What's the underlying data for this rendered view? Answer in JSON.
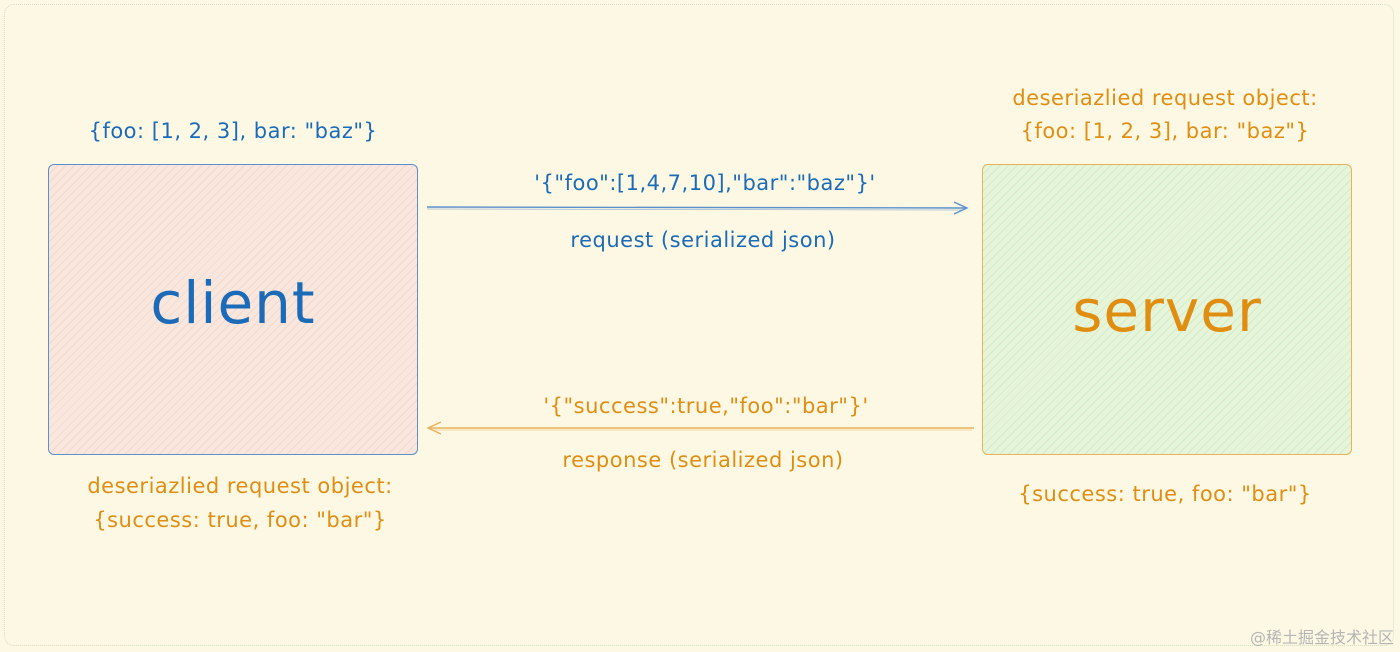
{
  "client": {
    "label": "client",
    "top_note": "{foo: [1, 2, 3], bar: \"baz\"}",
    "bottom_note_line1": "deseriazlied request object:",
    "bottom_note_line2": "{success: true, foo: \"bar\"}"
  },
  "server": {
    "label": "server",
    "top_note_line1": "deseriazlied request object:",
    "top_note_line2": "{foo: [1, 2, 3], bar: \"baz\"}",
    "bottom_note": "{success: true, foo: \"bar\"}"
  },
  "request": {
    "payload": "'{\"foo\":[1,4,7,10],\"bar\":\"baz\"}'",
    "label": "request (serialized json)"
  },
  "response": {
    "payload": "'{\"success\":true,\"foo\":\"bar\"}'",
    "label": "response (serialized json)"
  },
  "watermark": "@稀土掘金技术社区",
  "colors": {
    "blue": "#1c6bb8",
    "orange": "#e08e12",
    "background": "#fdf8e4",
    "client_fill": "#f9e7dd",
    "server_fill": "#e6f5da"
  }
}
